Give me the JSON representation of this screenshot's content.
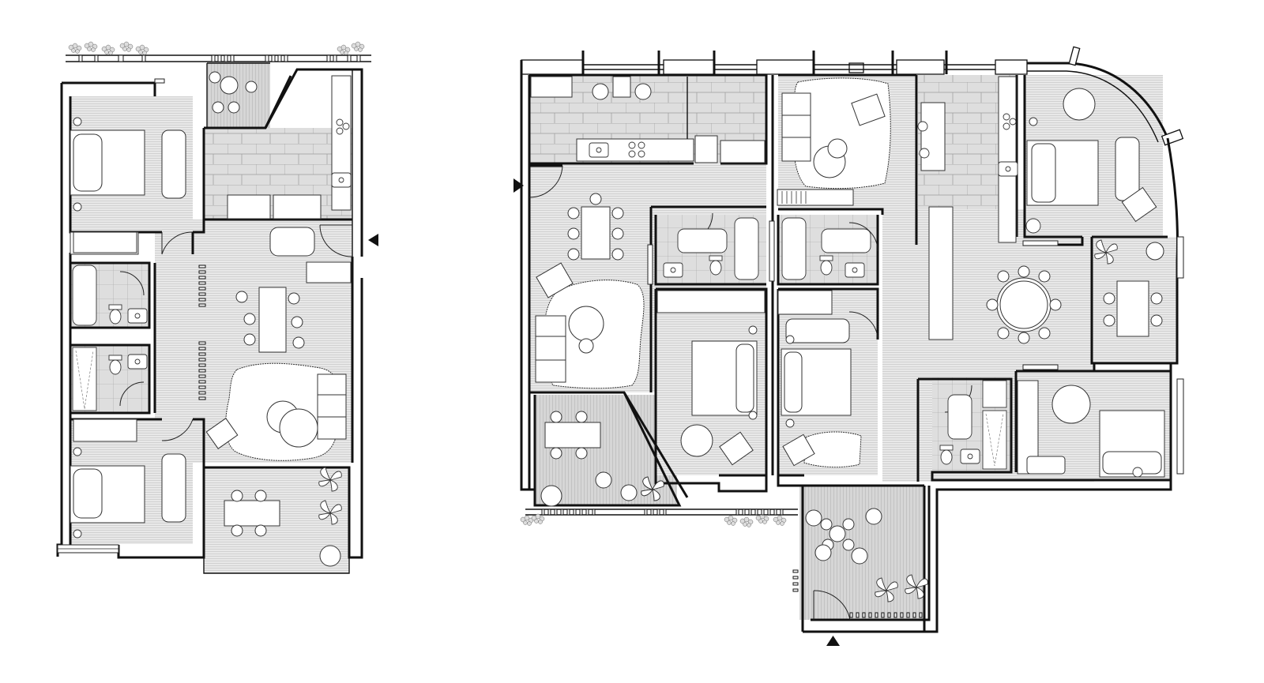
{
  "drawing": {
    "kind": "architectural floor plan",
    "plans": [
      {
        "id": "apartment-left",
        "rooms": [
          "bedroom",
          "bedroom",
          "bathroom",
          "bathroom",
          "kitchen",
          "living-room",
          "loggia",
          "balcony"
        ],
        "entrance_side": "east"
      },
      {
        "id": "apartment-right",
        "rooms": [
          "kitchen",
          "kitchen",
          "dining",
          "living-room",
          "bedroom",
          "bedroom",
          "bedroom",
          "bedroom",
          "bathroom",
          "bathroom",
          "bathroom",
          "terrace",
          "terrace"
        ],
        "entrance_side": "west-and-south"
      }
    ],
    "colors": {
      "wall": "#111111",
      "floor_wood": "#e6e6e6",
      "floor_wood_line": "#c9c9c9",
      "floor_tile": "#dcdcdc",
      "tile_line": "#9a9a9a",
      "terrace_deck": "#d3d3d3",
      "furniture": "#ffffff"
    },
    "icons": [
      "entrance-arrow-icon",
      "planter-icon",
      "potted-plant-icon"
    ]
  }
}
